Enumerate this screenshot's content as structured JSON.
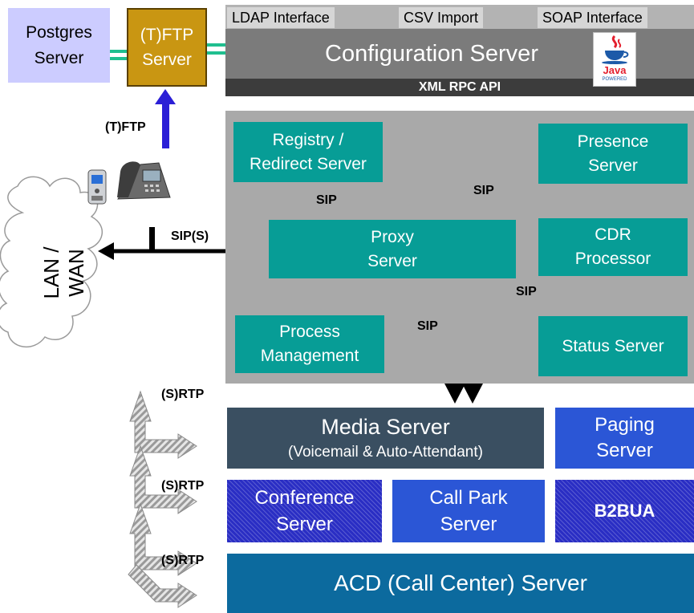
{
  "top": {
    "postgres": [
      "Postgres",
      "Server"
    ],
    "tftp": [
      "(T)FTP",
      "Server"
    ],
    "interfaces": [
      "LDAP Interface",
      "CSV Import",
      "SOAP Interface"
    ],
    "config_server": "Configuration Server",
    "xml_rpc": "XML RPC API",
    "java_logo": "Java",
    "java_powered": "POWERED"
  },
  "core": {
    "registry": [
      "Registry /",
      "Redirect Server"
    ],
    "presence": [
      "Presence",
      "Server"
    ],
    "proxy": [
      "Proxy",
      "Server"
    ],
    "cdr": [
      "CDR",
      "Processor"
    ],
    "process_mgmt": [
      "Process",
      "Management"
    ],
    "status": "Status Server"
  },
  "network": {
    "cloud_label": "LAN / WAN"
  },
  "labels": {
    "tftp_link": "(T)FTP",
    "sips": "SIP(S)",
    "sip_registry": "SIP",
    "sip_presence": "SIP",
    "sip_status": "SIP",
    "sip_media": "SIP",
    "rtp1": "(S)RTP",
    "rtp2": "(S)RTP",
    "rtp3": "(S)RTP"
  },
  "media": {
    "media_server": "Media Server",
    "media_sub": "(Voicemail & Auto-Attendant)",
    "paging": [
      "Paging",
      "Server"
    ],
    "conference": [
      "Conference",
      "Server"
    ],
    "call_park": [
      "Call Park",
      "Server"
    ],
    "b2bua": "B2BUA",
    "acd": "ACD (Call Center) Server"
  },
  "colors": {
    "teal": "#079d96",
    "gray_panel": "#a9a9a9",
    "postgres_bg": "#ccccff",
    "tftp_bg": "#c99612",
    "blue": "#2b56d6",
    "acd_blue": "#0c6a9e"
  }
}
